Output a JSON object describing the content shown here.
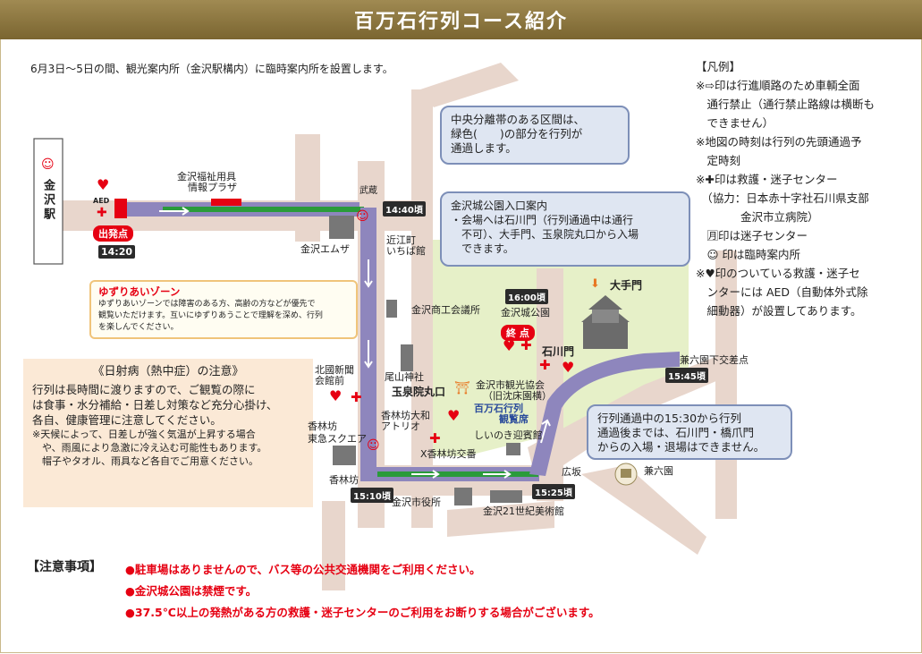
{
  "title": "百万石行列コース紹介",
  "intro": "6月3日〜5日の間、観光案内所（金沢駅構内）に臨時案内所を設置します。",
  "legend": {
    "heading": "【凡例】",
    "lines": [
      "※⇨印は行進順路のため車輌全面",
      "　通行禁止（通行禁止路線は横断も",
      "　できません）",
      "※地図の時刻は行列の先頭通過予",
      "　定時刻",
      "※✚印は救護・迷子センター",
      "　（協力：日本赤十字社石川県支部",
      "　　　　金沢市立病院）",
      "　🈷印は迷子センター",
      "　☺ 印は臨時案内所",
      "※♥印のついている救護・迷子セ",
      "　ンターには AED（自動体外式除",
      "　細動器）が設置してあります。"
    ]
  },
  "callouts": {
    "median": [
      "中央分離帯のある区間は、",
      "緑色(　　)の部分を行列が",
      "通過します。"
    ],
    "castle_entry": [
      "金沢城公園入口案内",
      "・会場へは石川門（行列通過中は通行",
      "　不可）、大手門、玉泉院丸口から入場",
      "　できます。"
    ],
    "after_1530": [
      "行列通過中の15:30から行列",
      "通過後までは、石川門・橋爪門",
      "からの入場・退場はできません。"
    ]
  },
  "yuzuri": {
    "heading": "ゆずりあいゾーン",
    "body": [
      "ゆずりあいゾーンでは障害のある方、高齢の方などが優先で",
      "観覧いただけます。互いにゆずりあうことで理解を深め、行列",
      "を楽しんでください。"
    ]
  },
  "heat": {
    "heading": "《日射病（熱中症）の注意》",
    "body": [
      "行列は長時間に渡りますので、ご観覧の際に",
      "は食事・水分補給・日差し対策など充分心掛け、",
      "各自、健康管理に注意してください。"
    ],
    "notes": [
      "※天候によって、日差しが強く気温が上昇する場合",
      "　や、雨風により急激に冷え込む可能性もあります。",
      "　帽子やタオル、雨具など各自でご用意ください。"
    ]
  },
  "notes": {
    "heading": "【注意事項】",
    "items": [
      "●駐車場はありませんので、バス等の公共交通機関をご利用ください。",
      "●金沢城公園は禁煙です。",
      "●37.5℃以上の発熱がある方の救護・迷子センターのご利用をお断りする場合がございます。"
    ]
  },
  "map_labels": {
    "station": "金沢駅",
    "start": "出発点",
    "end": "終 点",
    "welfare": "金沢福祉用具",
    "welfare2": "情報プラザ",
    "musashi": "武蔵",
    "emuza": "金沢エムザ",
    "omicho1": "近江町",
    "omicho2": "いちば館",
    "chamber": "金沢商工会議所",
    "castle_park": "金沢城公園",
    "otemon": "大手門",
    "ishikawamon": "石川門",
    "hokkoku1": "北國新聞",
    "hokkoku2": "会館前",
    "oyama": "尾山神社",
    "gyokusen": "玉泉院丸口",
    "kanko1": "金沢市観光協会",
    "kanko2": "（旧沈床園横）",
    "viewing1": "百万石行列",
    "viewing2": "観覧席",
    "yamato1": "香林坊大和",
    "yamato2": "アトリオ",
    "tokyu1": "香林坊",
    "tokyu2": "東急スクエア",
    "korinbo": "香林坊",
    "korinbo_x": "X香林坊交番",
    "shiinoki": "しいのき迎賓館",
    "hirosaka": "広坂",
    "kenrokuen": "兼六園",
    "kenrokuen_x": "兼六園下交差点",
    "city_hall": "金沢市役所",
    "museum": "金沢21世紀美術館",
    "aed": "AED"
  },
  "times": {
    "t1420": "14:20",
    "t1440": "14:40頃",
    "t1600": "16:00頃",
    "t1545": "15:45頃",
    "t1525": "15:25頃",
    "t1510": "15:10頃"
  },
  "colors": {
    "title_bar": "#8a7440",
    "road": "#e8d6cc",
    "route": "#8e86bd",
    "median_green": "#2a9b3a",
    "park_green": "#e6f0c8",
    "red": "#e60012",
    "callout_bg": "#dfe6f2"
  }
}
